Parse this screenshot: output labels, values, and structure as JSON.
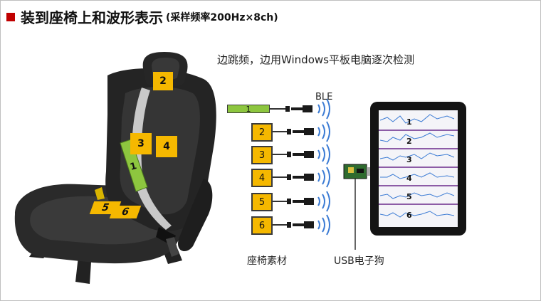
{
  "header": {
    "title": "装到座椅上和波形表示",
    "subtitle": "(采样频率200Hz×8ch)"
  },
  "description": "边跳频，边用Windows平板电脑逐次检测",
  "seat": {
    "tags": [
      "2",
      "3",
      "4",
      "1",
      "5",
      "6"
    ]
  },
  "sensors": [
    "1",
    "2",
    "3",
    "4",
    "5",
    "6"
  ],
  "labels": {
    "ble": "BLE",
    "sensors_caption": "座椅素材",
    "dongle_caption": "USB电子狗"
  },
  "tablet": {
    "channels": [
      "1",
      "2",
      "3",
      "4",
      "5",
      "6"
    ]
  },
  "colors": {
    "marker": "#c00000",
    "sensor_yellow": "#f5b800",
    "sensor_green": "#8dc63f",
    "wave_blue": "#3b7bd4"
  },
  "icons": [
    "square-marker-icon",
    "car-seat-icon",
    "bluetooth-wave-icon",
    "usb-dongle-icon",
    "tablet-icon",
    "connector-plug-icon"
  ]
}
